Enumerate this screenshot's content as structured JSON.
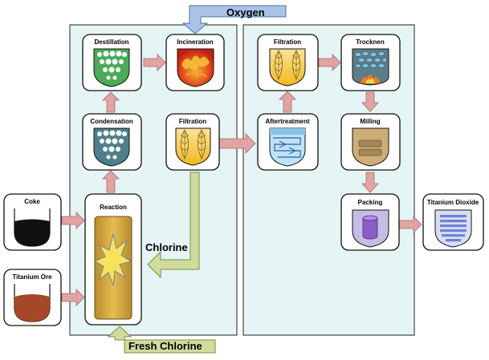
{
  "panels": {
    "left_fill": "#e5f4f5",
    "right_fill": "#e5f4f5"
  },
  "units": {
    "distillation": "Destillation",
    "incineration": "Incineration",
    "condensation": "Condensation",
    "filtration_left": "Filtration",
    "reaction": "Reaction",
    "coke": "Coke",
    "titanium_ore": "Titanium Ore",
    "filtration_right": "Filtration",
    "drying": "Trocknen",
    "aftertreatment": "Aftertreatment",
    "milling": "Milling",
    "packing": "Packing",
    "titanium_dioxide": "Titanium Dioxide"
  },
  "flows": {
    "oxygen": "Oxygen",
    "chlorine": "Chlorine",
    "fresh_chlorine": "Fresh Chlorine"
  },
  "colors": {
    "process_arrow": "#e0a4a4",
    "chlorine_arrow": "#cfdc9e",
    "oxygen_arrow": "#a9c3e7",
    "green_shield": "#4caa5a",
    "teal_shield": "#4e7f8c",
    "yellow_shield": "#f5cc2a",
    "fire_red": "#d8331a",
    "blue_shield": "#86c4ea",
    "tan_shield": "#cdae78",
    "purple_shield": "#c6bde2",
    "tio2_blue": "#6d83d6",
    "coke_black": "#111111",
    "ore_brown": "#a6472a",
    "reactor_gold": "#d4a640"
  }
}
